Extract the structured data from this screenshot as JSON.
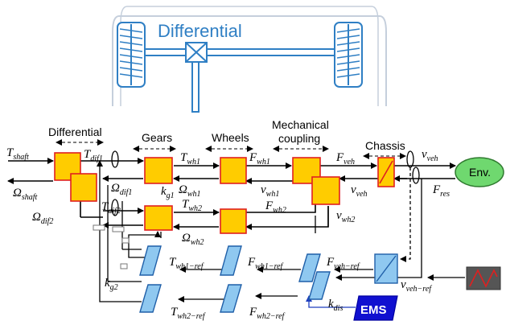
{
  "title": "Differential",
  "headers": {
    "differential": "Differential",
    "gears": "Gears",
    "wheels": "Wheels",
    "mechanical_coupling_1": "Mechanical",
    "mechanical_coupling_2": "coupling",
    "chassis": "Chassis"
  },
  "env_label": "Env.",
  "ems_label": "EMS",
  "signals": {
    "T_shaft": {
      "base": "T",
      "sub": "shaft"
    },
    "Om_shaft": {
      "base": "Ω",
      "sub": "shaft"
    },
    "T_dif1": {
      "base": "T",
      "sub": "dif1"
    },
    "Om_dif1": {
      "base": "Ω",
      "sub": "dif1"
    },
    "T_dif2": {
      "base": "T",
      "sub": "dif2"
    },
    "Om_dif2": {
      "base": "Ω",
      "sub": "dif2"
    },
    "k_g1": {
      "base": "k",
      "sub": "g1"
    },
    "k_g2": {
      "base": "k",
      "sub": "g2"
    },
    "T_wh1": {
      "base": "T",
      "sub": "wh1"
    },
    "Om_wh1": {
      "base": "Ω",
      "sub": "wh1"
    },
    "T_wh2": {
      "base": "T",
      "sub": "wh2"
    },
    "Om_wh2": {
      "base": "Ω",
      "sub": "wh2"
    },
    "F_wh1": {
      "base": "F",
      "sub": "wh1"
    },
    "v_wh1": {
      "base": "v",
      "sub": "wh1"
    },
    "F_wh2": {
      "base": "F",
      "sub": "wh2"
    },
    "v_wh2": {
      "base": "v",
      "sub": "wh2"
    },
    "F_veh": {
      "base": "F",
      "sub": "veh"
    },
    "v_veh_a": {
      "base": "v",
      "sub": "veh"
    },
    "v_veh_b": {
      "base": "v",
      "sub": "veh"
    },
    "F_res": {
      "base": "F",
      "sub": "res"
    },
    "T_wh1_ref": {
      "base": "T",
      "sub": "wh1−ref"
    },
    "F_wh1_ref": {
      "base": "F",
      "sub": "wh1−ref"
    },
    "F_veh_ref": {
      "base": "F",
      "sub": "veh−ref"
    },
    "v_veh_ref": {
      "base": "v",
      "sub": "veh−ref"
    },
    "T_wh2_ref": {
      "base": "T",
      "sub": "wh2−ref"
    },
    "F_wh2_ref": {
      "base": "F",
      "sub": "wh2−ref"
    },
    "k_dis": {
      "base": "k",
      "sub": "dis"
    }
  },
  "colors": {
    "block_fill": "#ffcc00",
    "block_stroke": "#e02020",
    "estimator_fill": "#8fc8f0",
    "estimator_stroke": "#1f5fa8",
    "env_fill": "#6fd86f",
    "ems_fill": "#1010d0",
    "tire_color": "#2f7fc4",
    "car_outline": "#9aa8bb"
  }
}
